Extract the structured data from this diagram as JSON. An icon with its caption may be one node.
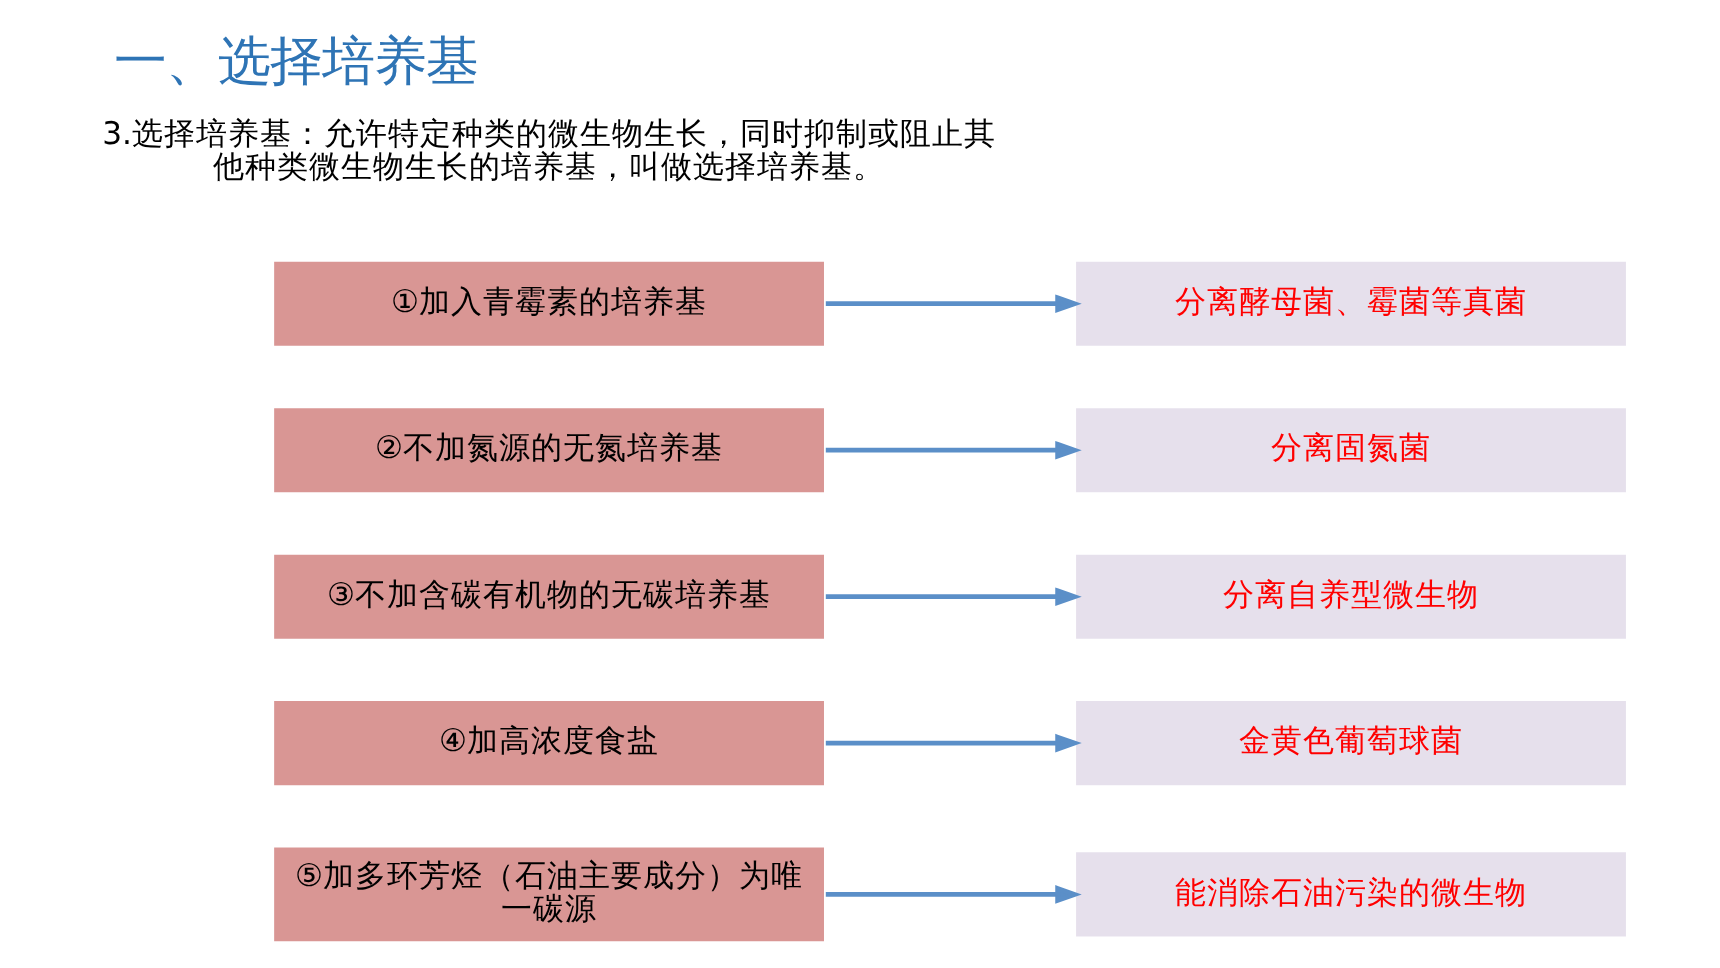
{
  "diagram": {
    "title": "一、选择培养基",
    "nodes": [
      {
        "text": [
          "①加入青霉素的培养基"
        ]
      },
      {
        "text": [
          "②不加氮源的无氮培养基"
        ]
      },
      {
        "text": [
          "③不加含碳有机物的无碳培养基"
        ]
      },
      {
        "text": [
          "④加高浓度食盐"
        ]
      },
      {
        "text": [
          "⑤加多环芳烃（石油主要成分）为唯一碳源"
        ]
      },
      {
        "text": [
          "分离酵母菌、霉菌等真菌"
        ]
      },
      {
        "text": [
          "分离固氮菌"
        ]
      },
      {
        "text": [
          "分离自养型微生物"
        ]
      },
      {
        "text": [
          "金黄色葡萄球菌"
        ]
      },
      {
        "text": [
          "能消除石油污染的微生物"
        ]
      }
    ],
    "edges": [
      {
        "from": 0,
        "to": 5,
        "arrow": "to"
      },
      {
        "from": 1,
        "to": 6,
        "arrow": "to"
      },
      {
        "from": 2,
        "to": 7,
        "arrow": "to"
      },
      {
        "from": 3,
        "to": 8,
        "arrow": "to"
      },
      {
        "from": 4,
        "to": 9,
        "arrow": "to"
      }
    ],
    "labels": [
      "3.选择培养基：允许特定种类的微生物生长，同时抑制或阻止其他种类微生物生长的培养基，叫做选择培养基。"
    ]
  }
}
